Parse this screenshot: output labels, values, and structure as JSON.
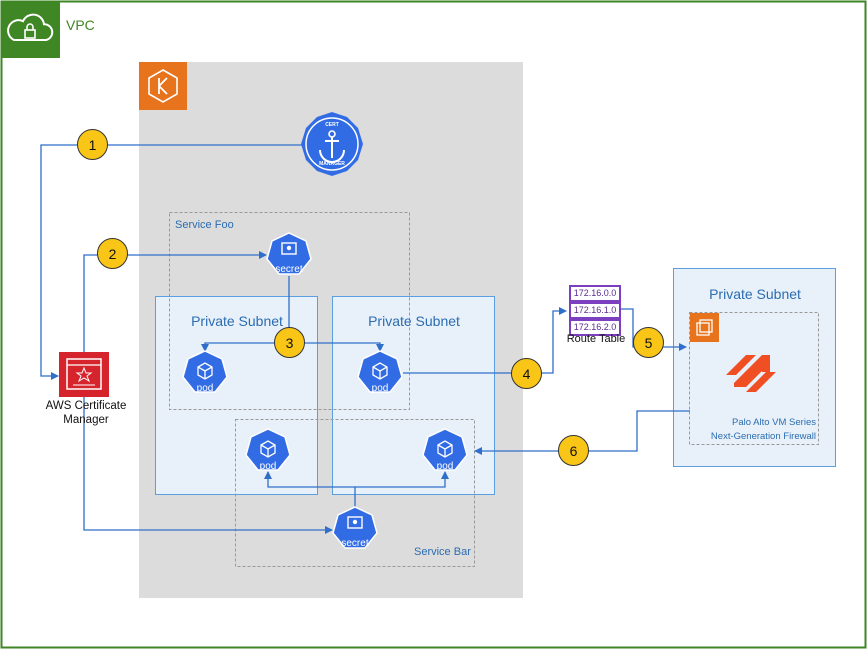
{
  "vpc": {
    "label": "VPC"
  },
  "eks_cluster": {},
  "cert_manager": {
    "ring_text": "CERT MANAGER"
  },
  "services": {
    "foo": "Service Foo",
    "bar": "Service Bar"
  },
  "subnets": {
    "left": "Private Subnet",
    "middle": "Private Subnet",
    "firewall": "Private Subnet"
  },
  "secret_label": "secret",
  "pod_label": "pod",
  "acm": {
    "line1": "AWS Certificate",
    "line2": "Manager"
  },
  "route_table": {
    "label": "Route Table",
    "entries": [
      "172.16.0.0",
      "172.16.1.0",
      "172.16.2.0"
    ]
  },
  "firewall": {
    "line1": "Palo Alto VM Series",
    "line2": "Next-Generation Firewall"
  },
  "steps": [
    "1",
    "2",
    "3",
    "4",
    "5",
    "6"
  ],
  "colors": {
    "vpc_border": "#3f8624",
    "eks_orange": "#e7731c",
    "k8s_blue": "#326ce5",
    "subnet_border": "#5aa0e0",
    "subnet_fill": "#e8f1fa",
    "cluster_gray": "#dcdcdc",
    "acm_red": "#d6242d",
    "palo_alto": "#f04e23",
    "route_purple": "#7b3fbf",
    "step_yellow": "#f9c516",
    "arrow_blue": "#2f6fca"
  }
}
